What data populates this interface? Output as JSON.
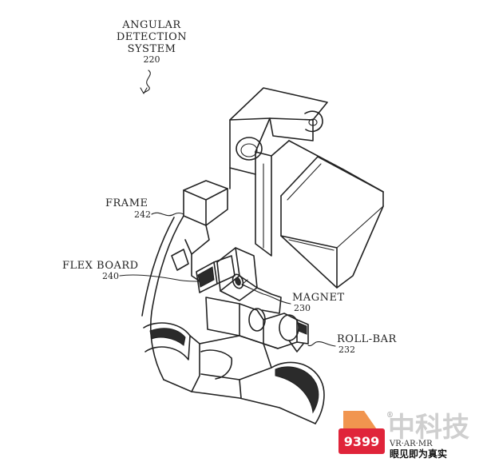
{
  "figure": {
    "title_lines": [
      "ANGULAR",
      "DETECTION",
      "SYSTEM"
    ],
    "title_ref": "220",
    "labels": [
      {
        "id": "frame",
        "text": "FRAME",
        "ref": "242"
      },
      {
        "id": "flex-board",
        "text": "FLEX BOARD",
        "ref": "240"
      },
      {
        "id": "magnet",
        "text": "MAGNET",
        "ref": "230"
      },
      {
        "id": "roll-bar",
        "text": "ROLL-BAR",
        "ref": "232"
      }
    ]
  },
  "watermark": {
    "logo_text": "9399",
    "brand": "中科技",
    "tag": "VR·AR·MR",
    "slogan": "眼见即为真实",
    "mark": "®",
    "colors": {
      "orange": "#f08a3c",
      "red": "#e0243a",
      "gray": "#cfcfcf"
    }
  }
}
